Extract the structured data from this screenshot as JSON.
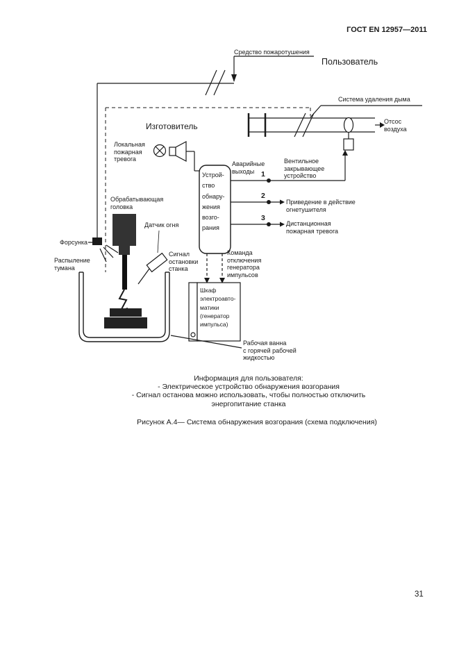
{
  "page": {
    "header": "ГОСТ EN 12957—2011",
    "page_number": "31",
    "info_text": "Информация для пользователя:\n- Электрическое устройство обнаружения возгорания\n- Сигнал останова можно использовать, чтобы полностью отключить\nэнергопитание станка",
    "caption": "Рисунок А.4— Система обнаружения возгорания (схема подключения)"
  },
  "diagram": {
    "labels": {
      "extinguishing_agent": "Средство пожаротушения",
      "user": "Пользователь",
      "smoke_removal": "Система удаления дыма",
      "manufacturer": "Изготовитель",
      "air_extraction": "Отсос\nвоздуха",
      "local_fire_alarm": "Локальная\nпожарная\nтревога",
      "emergency_outputs": "Аварийные\nвыходы",
      "valve_device": "Вентильное\nзакрывающее\nустройство",
      "extinguisher_activation": "Приведение в действие\nогнетушителя",
      "remote_fire_alarm": "Дистанционная\nпожарная тревога",
      "detection_device": "Устрой-\nство\nобнару-\nжения\nвозго-\nрания",
      "processing_head": "Обрабатывающая\nголовка",
      "flame_sensor": "Датчик огня",
      "nozzle": "Форсунка",
      "mist_spray": "Распыление\nтумана",
      "machine_stop_signal": "Сигнал\nостановки\nстанка",
      "pulse_generator_off": "Команда\nотключения\nгенератора\nимпульсов",
      "cabinet": "Шкаф\nэлектроавто-\nматики\n(генератор\nимпульса)",
      "work_bath": "Рабочая ванна\nс горячей рабочей\nжидкостью"
    },
    "outputs": [
      "1",
      "2",
      "3"
    ]
  },
  "colors": {
    "ink": "#1a1a1a",
    "paper": "#ffffff"
  }
}
